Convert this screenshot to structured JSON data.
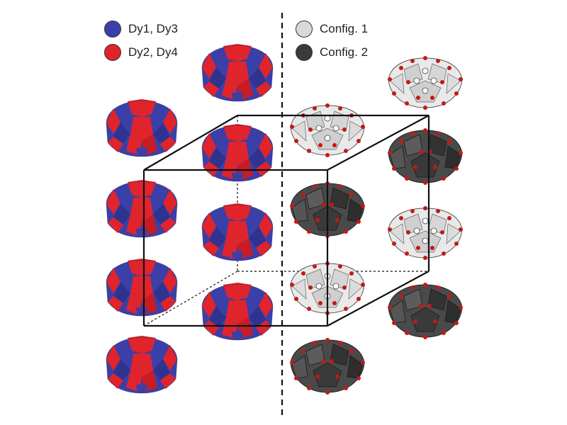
{
  "legend": {
    "left": [
      {
        "label": "Dy1, Dy3",
        "color": "#3b3fa8",
        "icon": "blue-circle"
      },
      {
        "label": "Dy2, Dy4",
        "color": "#e0242c",
        "icon": "red-circle"
      }
    ],
    "right": [
      {
        "label": "Config. 1",
        "color": "#d9d9d9",
        "icon": "light-grey-circle"
      },
      {
        "label": "Config. 2",
        "color": "#3a3a3a",
        "icon": "dark-grey-circle"
      }
    ]
  },
  "colors": {
    "dy13": "#3b3fa8",
    "dy24": "#e0242c",
    "config1": "#dedede",
    "config2": "#474747",
    "oxygen": "#c41818",
    "cell_edge": "#111111",
    "divider": "#111111"
  }
}
